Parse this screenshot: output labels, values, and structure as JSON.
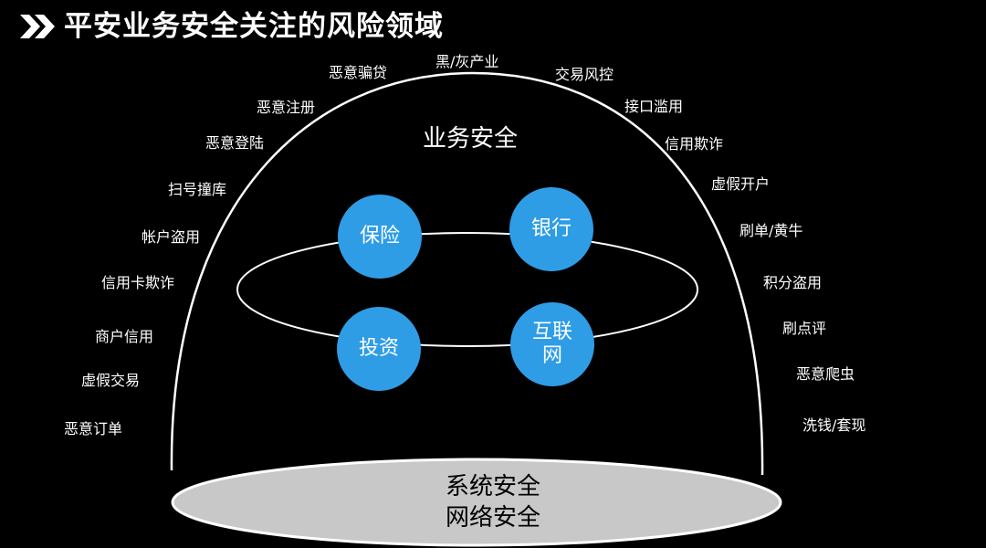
{
  "title": "平安业务安全关注的风险领域",
  "dome_label": "业务安全",
  "base": {
    "line1": "系统安全",
    "line2": "网络安全"
  },
  "bubbles": {
    "insurance": "保险",
    "bank": "银行",
    "investment": "投资",
    "internet": "互联网"
  },
  "risks_left": [
    "恶意骗贷",
    "恶意注册",
    "恶意登陆",
    "扫号撞库",
    "帐户盗用",
    "信用卡欺诈",
    "商户信用",
    "虚假交易",
    "恶意订单"
  ],
  "risks_top": "黑/灰产业",
  "risks_right": [
    "交易风控",
    "接口滥用",
    "信用欺诈",
    "虚假开户",
    "刷单/黄牛",
    "积分盗用",
    "刷点评",
    "恶意爬虫",
    "洗钱/套现"
  ],
  "colors": {
    "background": "#000000",
    "bubble": "#2e9de6",
    "base_fill": "#c8c8c8",
    "outline": "#ffffff"
  }
}
